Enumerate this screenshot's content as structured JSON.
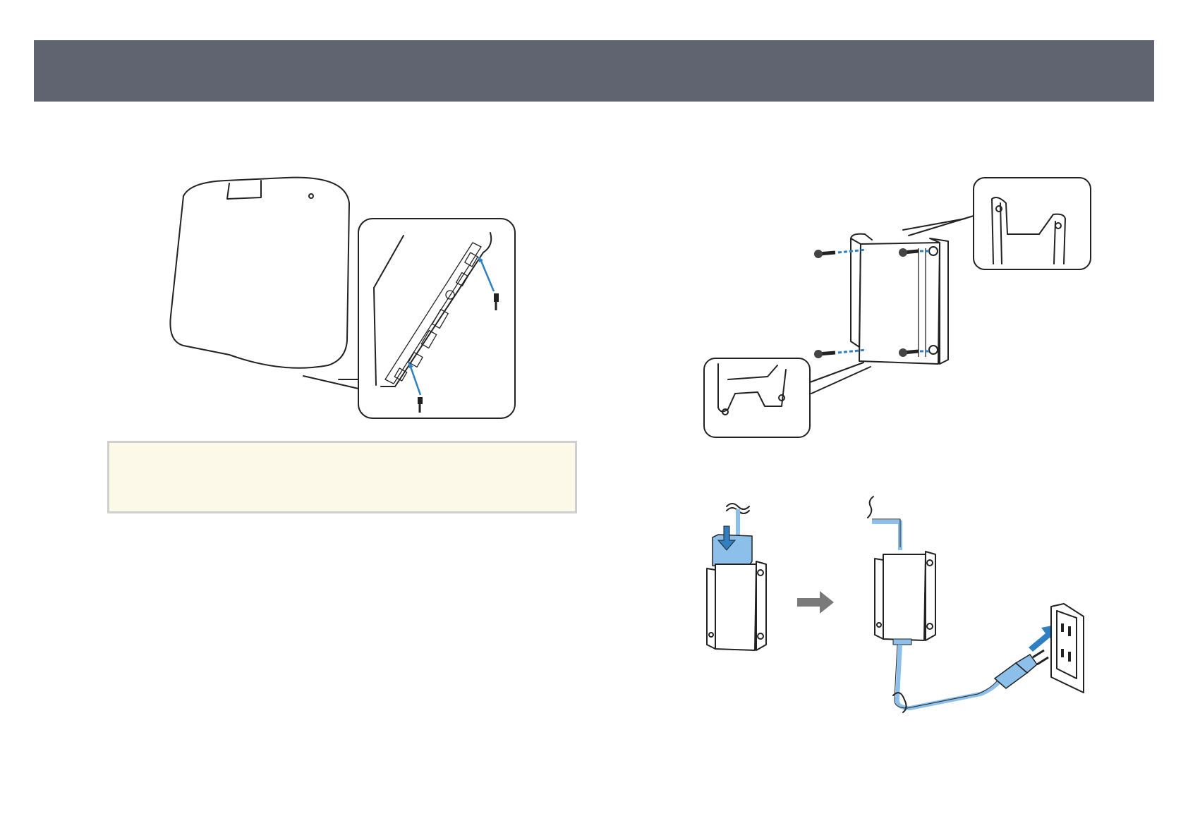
{
  "header": {
    "color": "#5f6470"
  },
  "figures": [
    {
      "id": "fig-remove-screws",
      "icons": [
        "device-back-icon",
        "screw-icon",
        "zoom-callout-icon"
      ]
    },
    {
      "id": "fig-bracket-screws",
      "icons": [
        "bracket-icon",
        "screw-icon",
        "zoom-callout-icon"
      ]
    },
    {
      "id": "fig-adapter-plug",
      "icons": [
        "adapter-icon",
        "arrow-right-icon",
        "outlet-icon",
        "plug-icon"
      ]
    }
  ],
  "note": {
    "background": "#fdf9e8",
    "border": "#cfcfcf"
  },
  "colors": {
    "accent_blue": "#2f7fc1",
    "light_blue": "#8cc0ea"
  }
}
